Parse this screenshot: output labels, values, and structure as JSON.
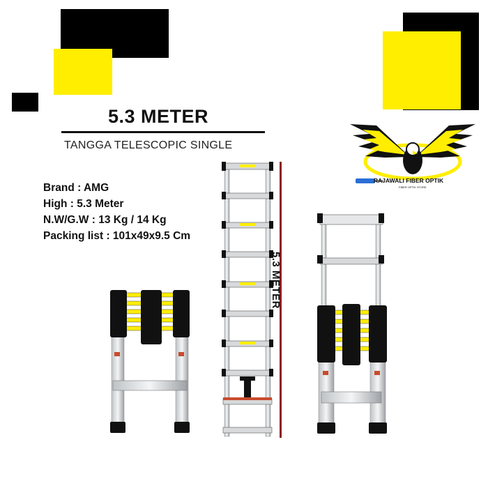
{
  "heading": {
    "title": "5.3 METER",
    "subtitle": "TANGGA TELESCOPIC SINGLE"
  },
  "specs": [
    {
      "label": "Brand : AMG"
    },
    {
      "label": "High : 5.3 Meter"
    },
    {
      "label": "N.W/G.W : 13 Kg / 14 Kg"
    },
    {
      "label": "Packing list : 101x49x9.5 Cm"
    }
  ],
  "height_label": "5.3 METER",
  "logo": {
    "name": "RAJAWALI FIBER OPTIK",
    "tagline": "FIBER OPTIK STORE"
  },
  "colors": {
    "accent_yellow": "#ffee00",
    "dark": "#000000",
    "measure_line": "#8b1a1a"
  }
}
